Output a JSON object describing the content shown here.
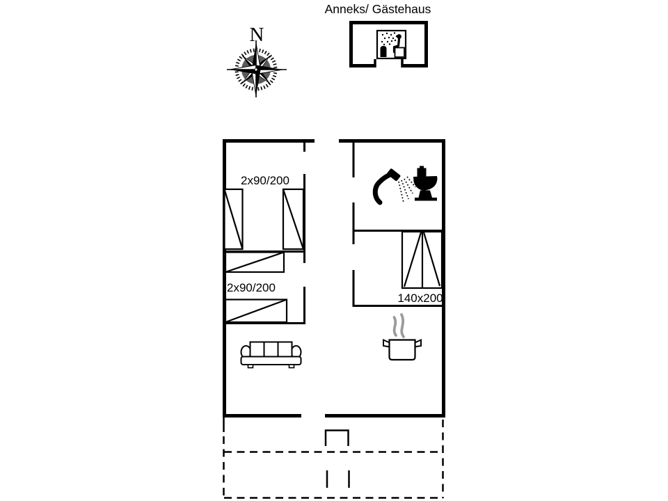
{
  "title": "Anneks/ Gästehaus",
  "compass": {
    "north_label": "N"
  },
  "floorplan": {
    "bedroom1": {
      "bed_label": "2x90/200"
    },
    "bedroom2": {
      "bed_label": "2x90/200"
    },
    "bedroom3": {
      "bed_label": "140x200"
    }
  },
  "icons": {
    "compass": "compass-rose-icon",
    "sauna": "sauna-icon",
    "shower": "shower-icon",
    "toilet": "toilet-icon",
    "sofa": "sofa-icon",
    "pot": "cooking-pot-icon",
    "steam": "steam-icon"
  },
  "colors": {
    "line": "#000000",
    "background": "#ffffff",
    "steam": "#9b9b9b"
  }
}
